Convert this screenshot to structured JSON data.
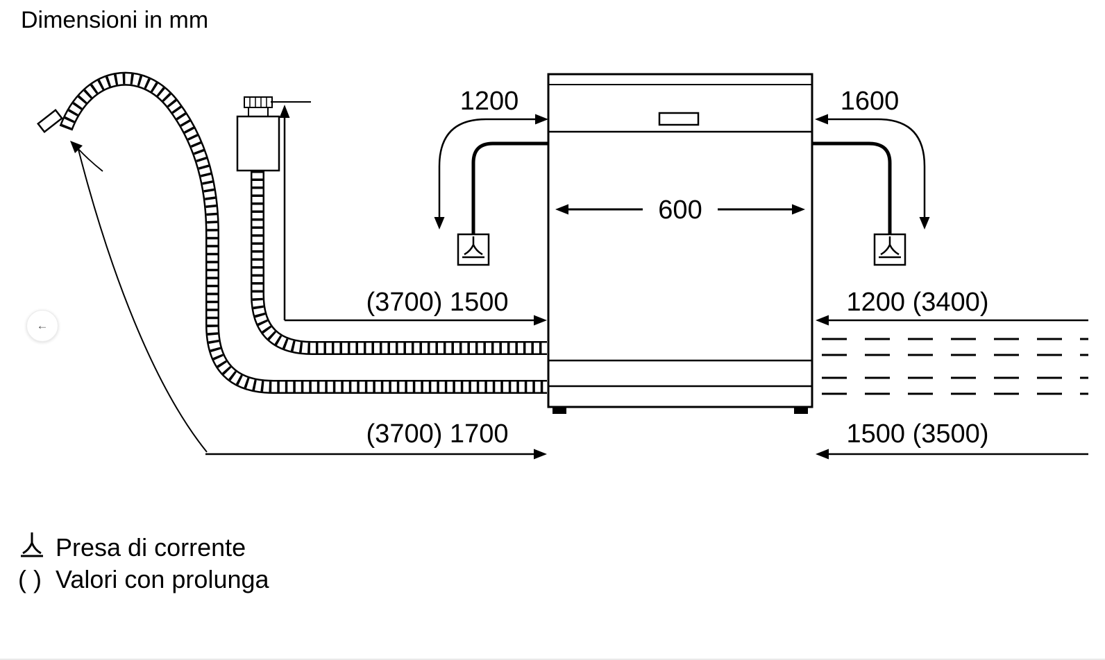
{
  "title": "Dimensioni in mm",
  "diagram": {
    "dimensions": {
      "top_left": "1200",
      "top_right": "1600",
      "appliance_width": "600",
      "middle_left": "(3700) 1500",
      "middle_right": "1200 (3400)",
      "bottom_left": "(3700) 1700",
      "bottom_right": "1500 (3500)"
    }
  },
  "legend": {
    "socket": "Presa di corrente",
    "parentheses": "( )",
    "extension": "Valori con prolunga"
  },
  "nav": {
    "prev": "←"
  },
  "icons": {
    "socket": "power-socket-icon",
    "prev": "arrow-left-icon"
  },
  "colors": {
    "line": "#000000",
    "background": "#ffffff"
  }
}
